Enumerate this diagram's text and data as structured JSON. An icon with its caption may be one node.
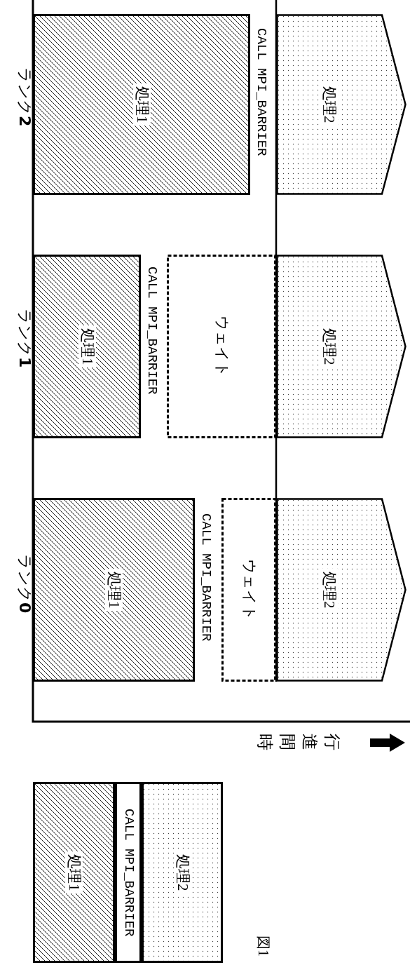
{
  "diagram": {
    "caption": "図1",
    "nodes": [
      {
        "text": [
          "処理1"
        ],
        "beside": [
          "CALL MPI_BARRIER"
        ]
      },
      {
        "text": [
          "ウェイト"
        ]
      },
      {
        "text": [
          "処理2"
        ]
      },
      {
        "text": [
          "処理1"
        ],
        "beside": [
          "CALL MPI_BARRIER"
        ]
      },
      {
        "text": [
          "ウェイト"
        ]
      },
      {
        "text": [
          "処理2"
        ]
      },
      {
        "text": [
          "処理1"
        ],
        "beside": [
          "CALL MPI_BARRIER"
        ]
      },
      {
        "text": [
          "処理2"
        ]
      },
      {
        "text": [
          "処理1"
        ]
      },
      {
        "text": [
          "CALL MPI_BARRIER"
        ]
      },
      {
        "text": [
          "処理2"
        ]
      }
    ],
    "labels": [
      "ランク**0**",
      "ランク**1**",
      "ランク**2**",
      "時間進行"
    ]
  }
}
